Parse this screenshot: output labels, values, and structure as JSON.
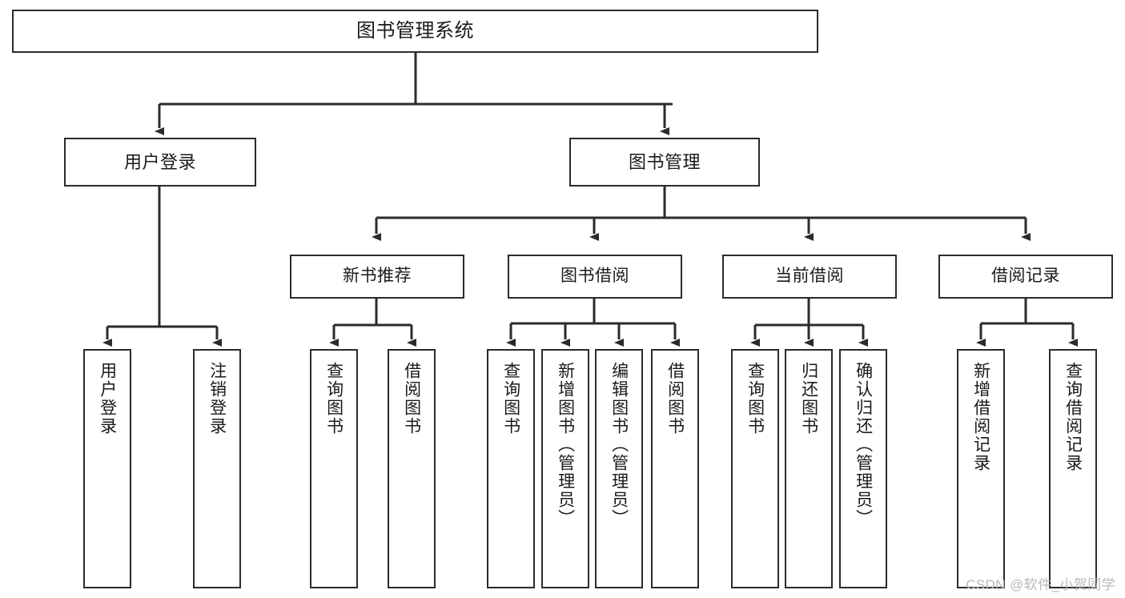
{
  "diagram": {
    "title": "图书管理系统",
    "watermark": "CSDN @软件_小贺同学",
    "colors": {
      "stroke": "#2b2b2b",
      "fill": "#ffffff",
      "text": "#1a1a1a",
      "watermark": "#b9b9b9",
      "background": "#ffffff"
    },
    "root": {
      "label": "图书管理系统"
    },
    "level1": [
      {
        "label": "用户登录"
      },
      {
        "label": "图书管理"
      }
    ],
    "level2": [
      {
        "label": "新书推荐"
      },
      {
        "label": "图书借阅"
      },
      {
        "label": "当前借阅"
      },
      {
        "label": "借阅记录"
      }
    ],
    "leaves": {
      "user_login": [
        {
          "label": "用户登录"
        },
        {
          "label": "注销登录"
        }
      ],
      "new_book_recommend": [
        {
          "label": "查询图书"
        },
        {
          "label": "借阅图书"
        }
      ],
      "book_borrow": [
        {
          "label": "查询图书"
        },
        {
          "label": "新增图书（管理员）"
        },
        {
          "label": "编辑图书（管理员）"
        },
        {
          "label": "借阅图书"
        }
      ],
      "current_borrow": [
        {
          "label": "查询图书"
        },
        {
          "label": "归还图书"
        },
        {
          "label": "确认归还（管理员）"
        }
      ],
      "borrow_records": [
        {
          "label": "新增借阅记录"
        },
        {
          "label": "查询借阅记录"
        }
      ]
    }
  }
}
